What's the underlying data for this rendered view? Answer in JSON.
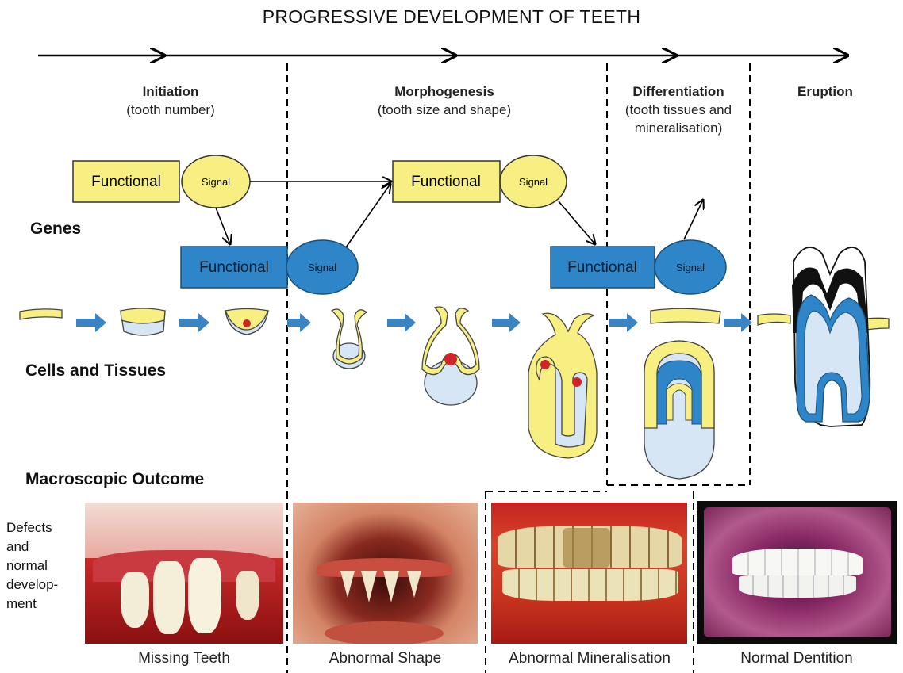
{
  "title": "PROGRESSIVE DEVELOPMENT OF TEETH",
  "stages": [
    {
      "name": "Initiation",
      "detail": "(tooth number)"
    },
    {
      "name": "Morphogenesis",
      "detail": "(tooth size and shape)"
    },
    {
      "name": "Differentiation",
      "detail1": "(tooth tissues and",
      "detail2": "mineralisation)"
    },
    {
      "name": "Eruption"
    }
  ],
  "row_labels": {
    "genes": "Genes",
    "cells": "Cells and Tissues",
    "macro": "Macroscopic Outcome",
    "defects": [
      "Defects",
      "and",
      "normal",
      "develop-",
      "ment"
    ]
  },
  "gene_boxes": {
    "functional": "Functional",
    "signal": "Signal"
  },
  "colors": {
    "yellow": "#f7ef82",
    "blue": "#2e86c8",
    "arrow_blue": "#3a84c4",
    "pale_blue": "#d6e6f5",
    "red": "#d1232a"
  },
  "photos": [
    {
      "caption": "Missing Teeth"
    },
    {
      "caption": "Abnormal Shape"
    },
    {
      "caption": "Abnormal Mineralisation"
    },
    {
      "caption": "Normal Dentition"
    }
  ]
}
